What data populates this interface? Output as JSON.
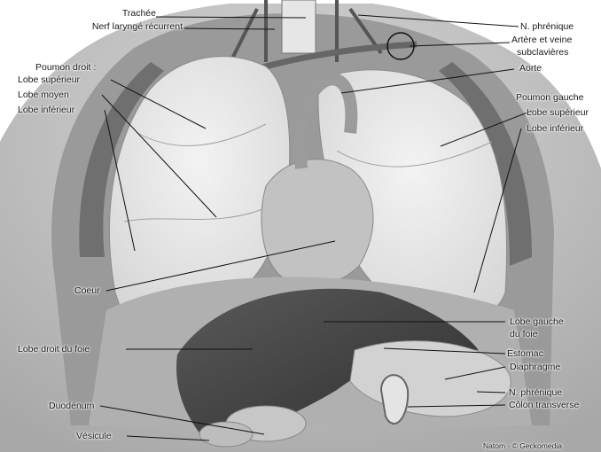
{
  "labels": {
    "trachee": "Trachée",
    "nerf_laryngé": "Nerf laryngé récurrent",
    "poumon_droit": "Poumon droit :",
    "lobe_superieur_d": "Lobe supérieur",
    "lobe_moyen": "Lobe moyen",
    "lobe_inferieur_d": "Lobe inférieur",
    "coeur": "Coeur",
    "lobe_droit_foie": "Lobe droit du foie",
    "duodenum": "Duodénum",
    "vesicule": "Vésicule",
    "n_phrenique_top": "N. phrénique",
    "artere_veine_1": "Artère et veine",
    "artere_veine_2": "subclavières",
    "aorte": "Aorte",
    "poumon_gauche": "Poumon gauche",
    "lobe_superieur_g": "Lobe supérieur",
    "lobe_inferieur_g": "Lobe inférieur",
    "lobe_gauche_foie_1": "Lobe gauche",
    "lobe_gauche_foie_2": "du foie",
    "estomac": "Estomac",
    "diaphragme": "Diaphragme",
    "n_phrenique_bottom": "N. phrénique",
    "colon": "Côlon transverse"
  },
  "credit": "Natom - © Geckomedia",
  "colors": {
    "lung": "#ededed",
    "body": "#c9c9c9",
    "cavity": "#8f8f8f",
    "liver": "#4a4a4a",
    "stomach": "#d4d4d4",
    "line": "#111111"
  }
}
